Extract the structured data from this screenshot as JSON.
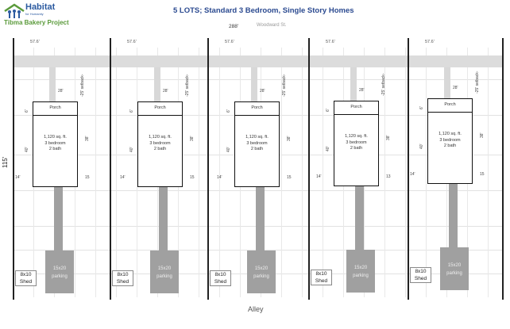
{
  "header": {
    "org_name": "Habitat",
    "org_tagline": "for Humanity",
    "project": "Tibma Bakery Project",
    "title": "5 LOTS;   Standard 3 Bedroom, Single Story Homes",
    "total_width": "288'",
    "street": "Woodward St."
  },
  "lot_depth": "115'",
  "alley": "Alley",
  "lots": [
    {
      "width": "57.6'",
      "front_setback": "28'",
      "setback_label": "-25' setback-",
      "porch": "Porch",
      "porch_depth": "6'",
      "sqft": "1,120 sq. ft.",
      "bedrooms": "3 bedroom",
      "baths": "2 bath",
      "house_depth": "40'",
      "house_width": "38'",
      "left_side": "14'",
      "right_side": "15",
      "parking": "15x20",
      "parking_label": "parking",
      "shed_size": "8x10",
      "shed_label": "Shed"
    },
    {
      "width": "57.6'",
      "front_setback": "28'",
      "setback_label": "-25' setback-",
      "porch": "Porch",
      "porch_depth": "6'",
      "sqft": "1,120 sq. ft.",
      "bedrooms": "3 bedroom",
      "baths": "2 bath",
      "house_depth": "40'",
      "house_width": "38'",
      "left_side": "14'",
      "right_side": "15",
      "parking": "15x20",
      "parking_label": "parking",
      "shed_size": "8x10",
      "shed_label": "Shed"
    },
    {
      "width": "57.6'",
      "front_setback": "28'",
      "setback_label": "-25' setback-",
      "porch": "Porch",
      "porch_depth": "6'",
      "sqft": "1,120 sq. ft.",
      "bedrooms": "3 bedroom",
      "baths": "2 bath",
      "house_depth": "40'",
      "house_width": "38'",
      "left_side": "14'",
      "right_side": "15",
      "parking": "15x20",
      "parking_label": "parking",
      "shed_size": "8x10",
      "shed_label": "Shed"
    },
    {
      "width": "57.6'",
      "front_setback": "28'",
      "setback_label": "-25' setback-",
      "porch": "Porch",
      "porch_depth": "6'",
      "sqft": "1,120 sq. ft.",
      "bedrooms": "3 bedroom",
      "baths": "2 bath",
      "house_depth": "40'",
      "house_width": "38'",
      "left_side": "14'",
      "right_side": "13",
      "parking": "15x20",
      "parking_label": "parking",
      "shed_size": "8x10",
      "shed_label": "Shed"
    },
    {
      "width": "57.6'",
      "front_setback": "28'",
      "setback_label": "-25' setback-",
      "porch": "Porch",
      "porch_depth": "6'",
      "sqft": "1,120 sq. ft.",
      "bedrooms": "3 bedroom",
      "baths": "2 bath",
      "house_depth": "40'",
      "house_width": "38'",
      "left_side": "14'",
      "right_side": "15",
      "parking": "15x20",
      "parking_label": "parking",
      "shed_size": "8x10",
      "shed_label": "Shed"
    }
  ]
}
